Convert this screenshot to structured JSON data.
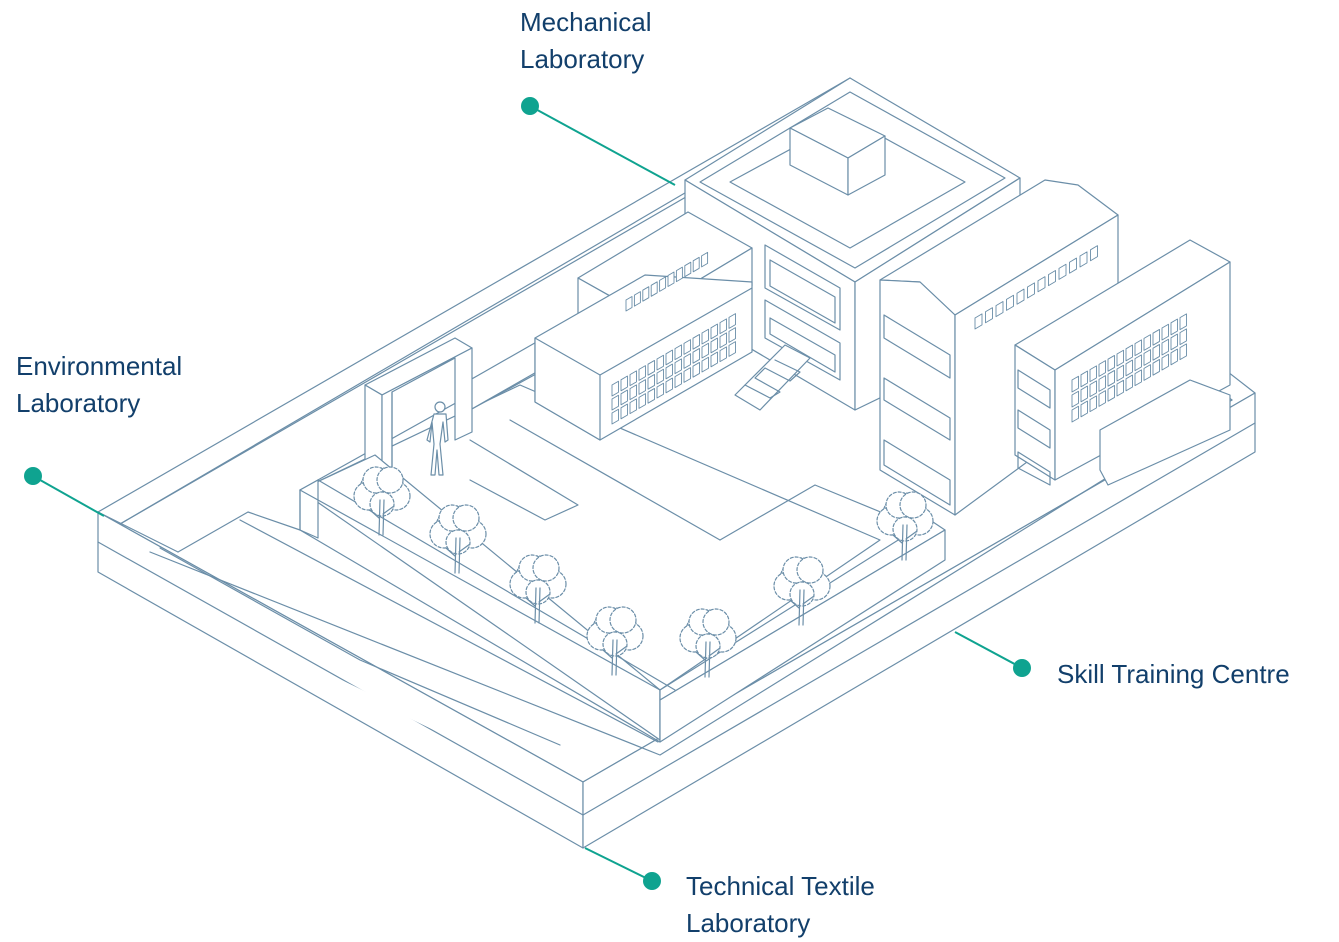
{
  "colors": {
    "line": "#6b8ea8",
    "accent": "#0fa390",
    "label": "#123f6b",
    "fill": "#ffffff"
  },
  "labels": {
    "mechanical": {
      "line1": "Mechanical",
      "line2": "Laboratory"
    },
    "environmental": {
      "line1": "Environmental",
      "line2": "Laboratory"
    },
    "skill": {
      "line1": "Skill Training Centre"
    },
    "textile": {
      "line1": "Technical Textile",
      "line2": "Laboratory"
    }
  }
}
